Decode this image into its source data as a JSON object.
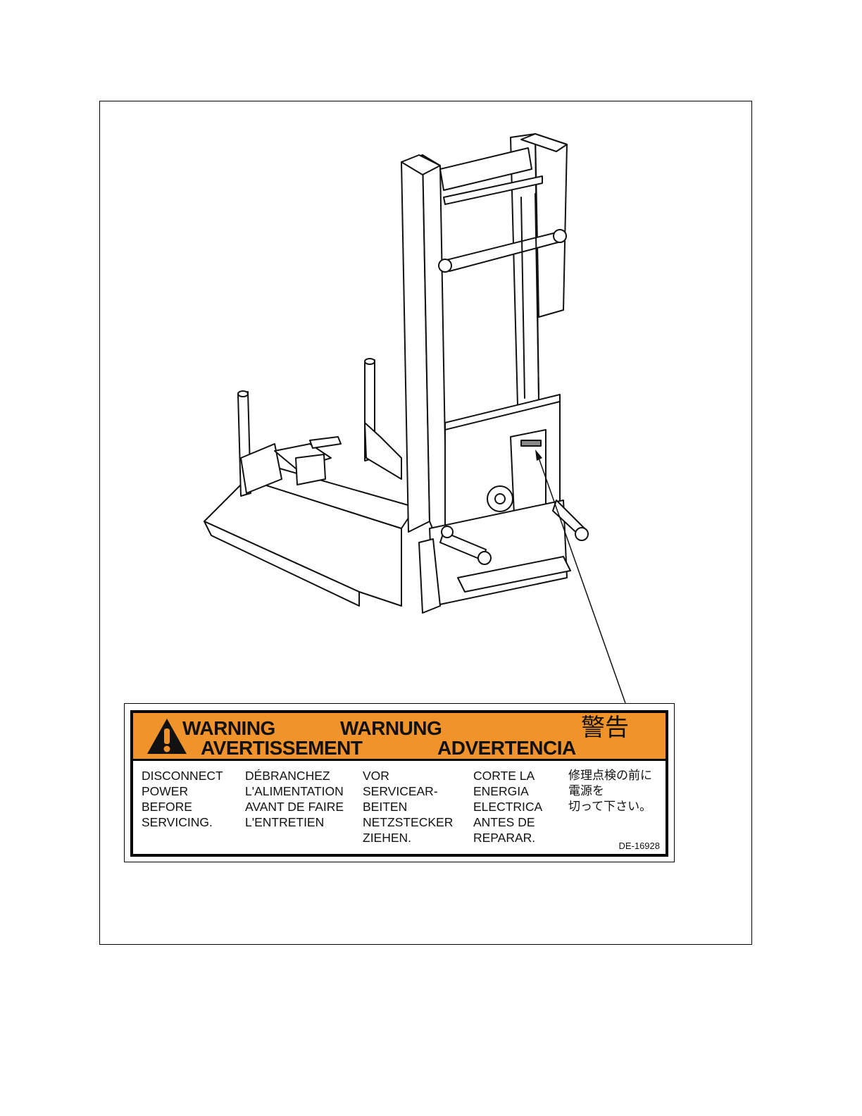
{
  "label": {
    "headers": {
      "en": "WARNING",
      "de": "WARNUNG",
      "ja": "警告",
      "fr": "AVERTISSEMENT",
      "es": "ADVERTENCIA"
    },
    "columns": [
      [
        "DISCONNECT",
        "POWER",
        "BEFORE",
        "SERVICING."
      ],
      [
        "DÉBRANCHEZ",
        "L'ALIMENTATION",
        "AVANT DE FAIRE",
        "L'ENTRETIEN"
      ],
      [
        "VOR",
        "SERVICEAR-",
        "BEITEN",
        "NETZSTECKER",
        "ZIEHEN."
      ],
      [
        "CORTE LA",
        "ENERGIA",
        "ELECTRICA",
        "ANTES DE",
        "REPARAR."
      ],
      [
        "修理点検の前に",
        "電源を",
        "切って下さい。"
      ]
    ],
    "code": "DE-16928"
  },
  "colors": {
    "banner": "#f0932b",
    "ink": "#111111"
  }
}
